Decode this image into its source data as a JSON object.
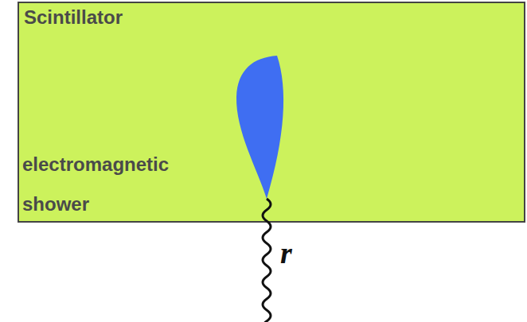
{
  "diagram": {
    "nodes": [
      {
        "text": [
          "Scintillator"
        ]
      }
    ],
    "labels": [
      "electromagnetic shower",
      "r"
    ]
  }
}
